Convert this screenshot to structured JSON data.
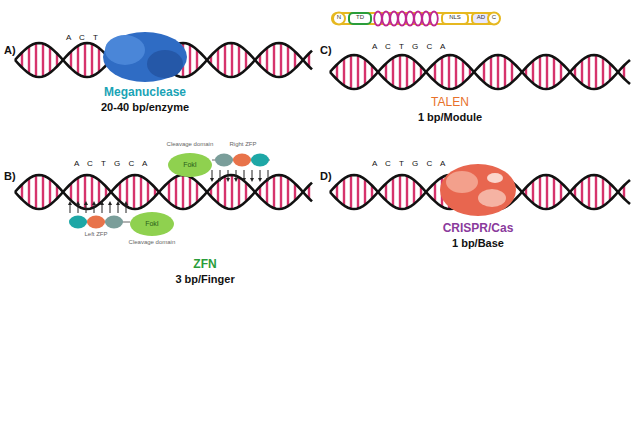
{
  "diagram": {
    "labels": [
      "A)",
      "A C T",
      "Meganuclease",
      "20-40 bp/enzyme",
      "C)",
      "N",
      "TD",
      "NLS",
      "AD",
      "C",
      "A C T G C A",
      "TALEN",
      "1 bp/Module",
      "B)",
      "A C T G C A",
      "Cleavage domain",
      "Right ZFP",
      "FokI",
      "FokI",
      "Cleavage domain",
      "Left ZFP",
      "ZFN",
      "3 bp/Finger",
      "D)",
      "A C T G C A",
      "CRISPR/Cas",
      "1 bp/Base"
    ]
  }
}
